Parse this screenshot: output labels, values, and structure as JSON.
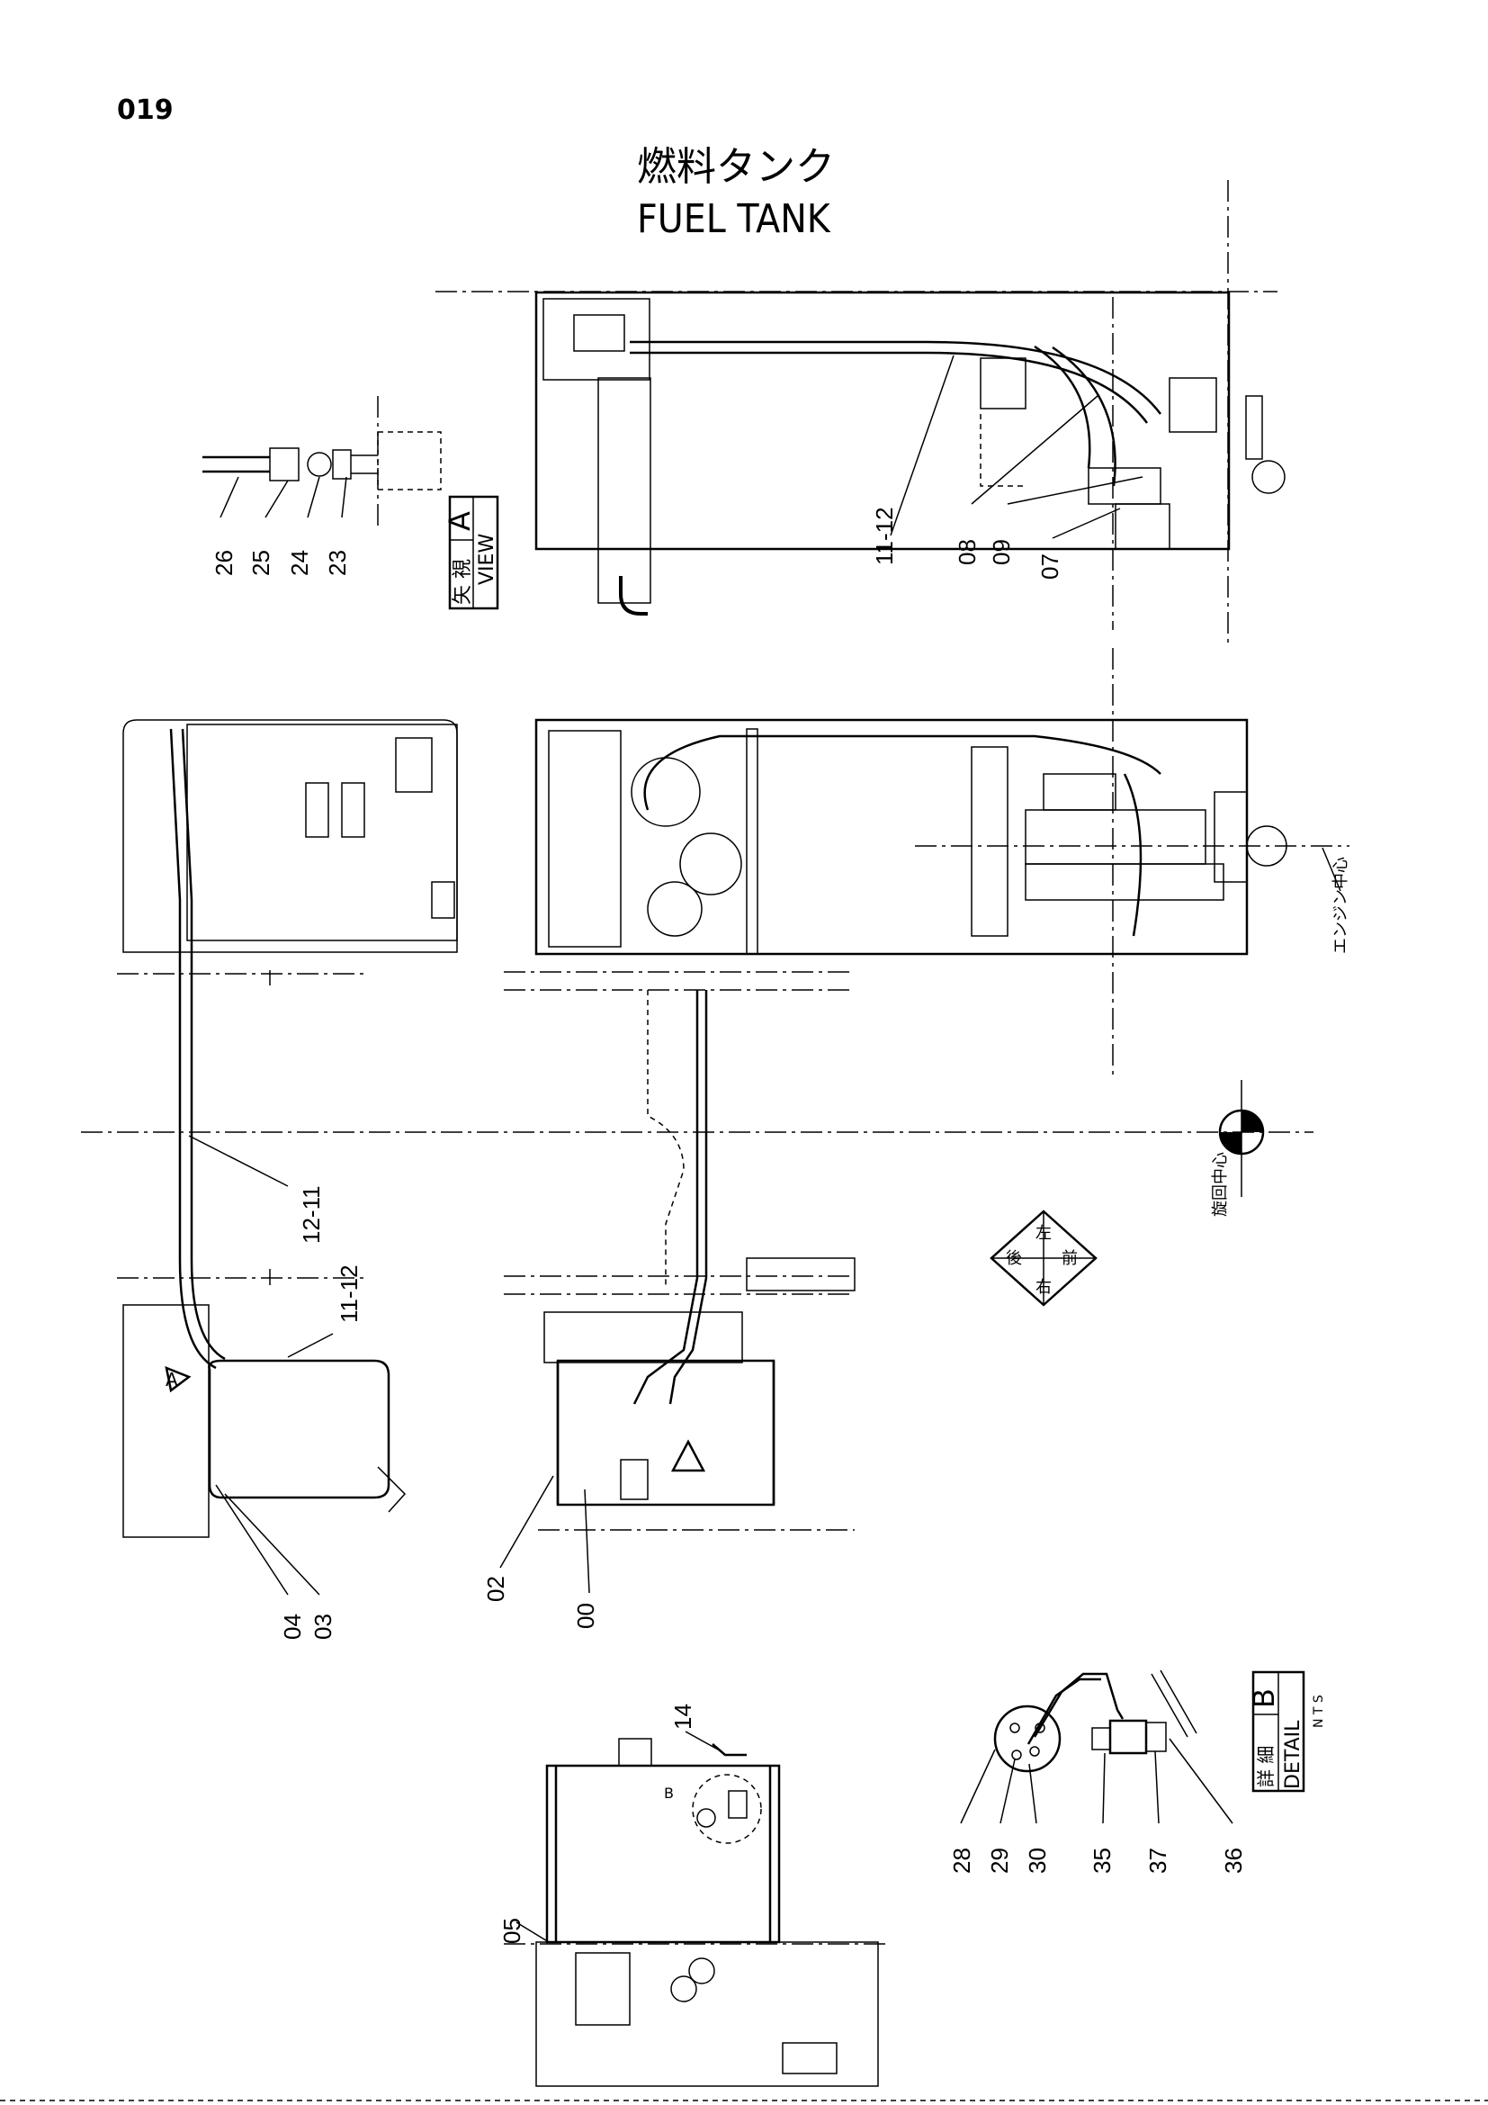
{
  "page_number": "019",
  "title_jp": "燃料タンク",
  "title_en": "FUEL TANK",
  "view_a": {
    "jp": "矢 視",
    "en": "VIEW",
    "letter": "A"
  },
  "detail_b": {
    "jp": "詳 細",
    "en": "DETAIL",
    "letter": "B",
    "scale": "N T S"
  },
  "engine_center": "エンジン中心",
  "swing_center": "旋回中心",
  "direction": {
    "front": "前",
    "rear": "後",
    "left": "左",
    "right": "右"
  },
  "callouts": {
    "p26": "26",
    "p25": "25",
    "p24": "24",
    "p23": "23",
    "p11_12": "11-12",
    "p08": "08",
    "p09": "09",
    "p07": "07",
    "p12_11": "12-11",
    "p11_12b": "11-12",
    "p04": "04",
    "p03": "03",
    "p02": "02",
    "p00": "00",
    "p14": "14",
    "p05": "05",
    "p28": "28",
    "p29": "29",
    "p30": "30",
    "p35": "35",
    "p37": "37",
    "p36": "36"
  },
  "mark_a": "A",
  "mark_b": "B"
}
